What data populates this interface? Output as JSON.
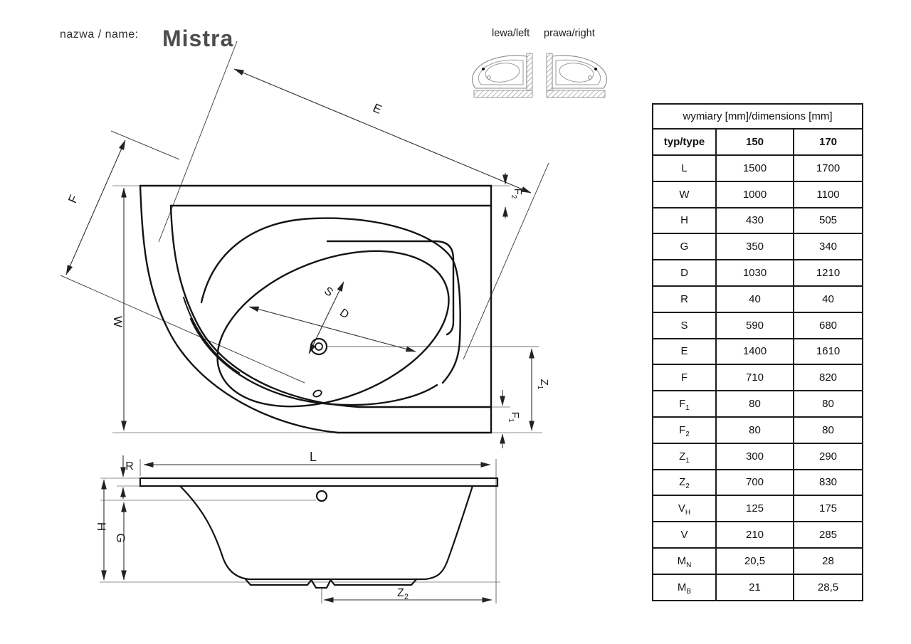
{
  "header": {
    "name_label": "nazwa / name:",
    "product_name": "Mistra"
  },
  "orientation": {
    "left_label": "lewa/left",
    "right_label": "prawa/right"
  },
  "dim_table": {
    "title": "wymiary [mm]/dimensions [mm]",
    "type_label": "typ/type",
    "columns": [
      "150",
      "170"
    ],
    "rows": [
      {
        "label": "L",
        "sub": "",
        "v150": "1500",
        "v170": "1700"
      },
      {
        "label": "W",
        "sub": "",
        "v150": "1000",
        "v170": "1100"
      },
      {
        "label": "H",
        "sub": "",
        "v150": "430",
        "v170": "505"
      },
      {
        "label": "G",
        "sub": "",
        "v150": "350",
        "v170": "340"
      },
      {
        "label": "D",
        "sub": "",
        "v150": "1030",
        "v170": "1210"
      },
      {
        "label": "R",
        "sub": "",
        "v150": "40",
        "v170": "40"
      },
      {
        "label": "S",
        "sub": "",
        "v150": "590",
        "v170": "680"
      },
      {
        "label": "E",
        "sub": "",
        "v150": "1400",
        "v170": "1610"
      },
      {
        "label": "F",
        "sub": "",
        "v150": "710",
        "v170": "820"
      },
      {
        "label": "F",
        "sub": "1",
        "v150": "80",
        "v170": "80"
      },
      {
        "label": "F",
        "sub": "2",
        "v150": "80",
        "v170": "80"
      },
      {
        "label": "Z",
        "sub": "1",
        "v150": "300",
        "v170": "290"
      },
      {
        "label": "Z",
        "sub": "2",
        "v150": "700",
        "v170": "830"
      },
      {
        "label": "V",
        "sub": "H",
        "v150": "125",
        "v170": "175"
      },
      {
        "label": "V",
        "sub": "",
        "v150": "210",
        "v170": "285"
      },
      {
        "label": "M",
        "sub": "N",
        "v150": "20,5",
        "v170": "28"
      },
      {
        "label": "M",
        "sub": "B",
        "v150": "21",
        "v170": "28,5"
      }
    ]
  },
  "drawing": {
    "labels": {
      "E": "E",
      "F": "F",
      "W": "W",
      "S": "S",
      "D": "D",
      "L": "L",
      "R": "R",
      "H": "H",
      "G": "G",
      "F1": {
        "base": "F",
        "sub": "1"
      },
      "F2": {
        "base": "F",
        "sub": "2"
      },
      "Z1": {
        "base": "Z",
        "sub": "1"
      },
      "Z2": {
        "base": "Z",
        "sub": "2"
      }
    }
  },
  "colors": {
    "background": "#ffffff",
    "drawing_line": "#141414",
    "dimension_line": "#2f2f2f",
    "extension_line_light": "#909090",
    "extension_line_dark": "#4a4a4a",
    "table_border": "#1c1c1c",
    "title_text": "#4d4d4f",
    "hatch": "#8f8f8f"
  }
}
